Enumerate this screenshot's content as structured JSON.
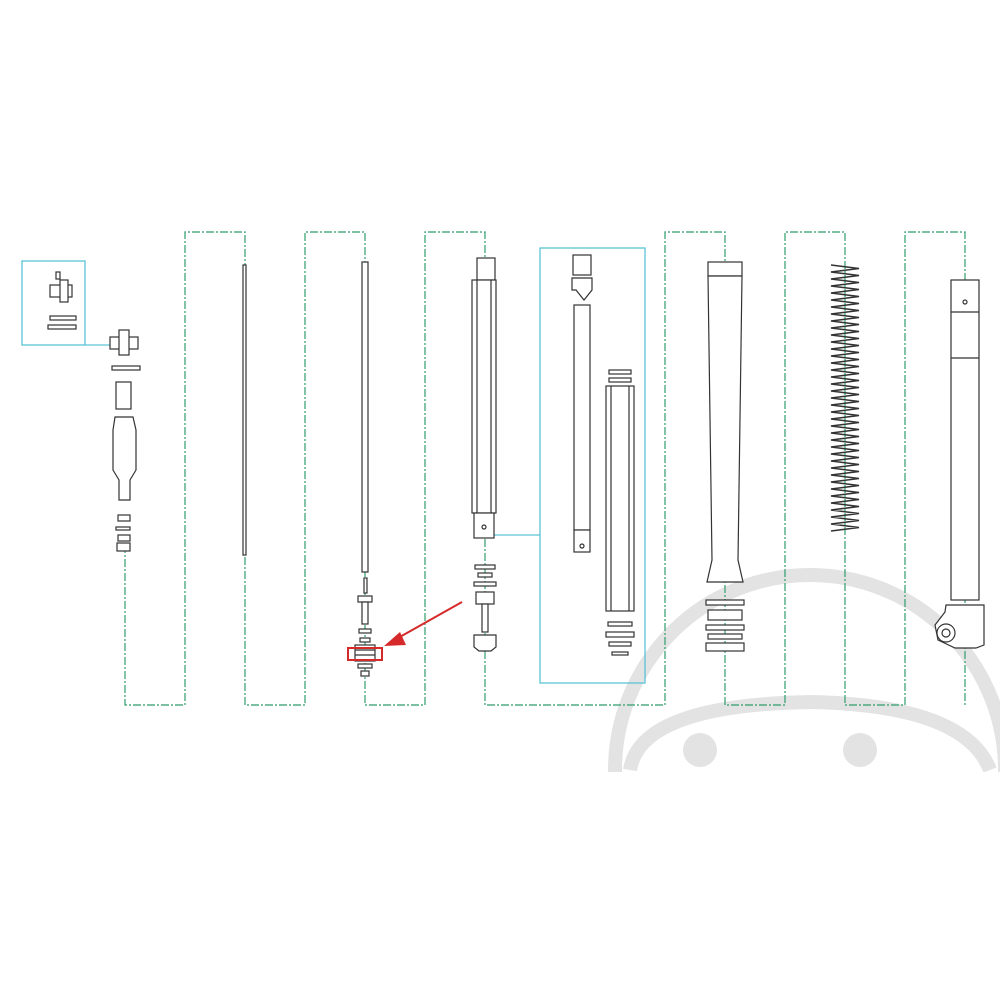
{
  "diagram": {
    "type": "exploded-parts-diagram",
    "colors": {
      "assembly_line": "#2e9e6a",
      "group_box": "#5bc3d6",
      "part_outline": "#333333",
      "highlight": "#d62a2a",
      "watermark": "#e3e3e3",
      "background": "#ffffff"
    },
    "highlighted_part": "valve-stack-part",
    "watermark_icon": "logo-watermark"
  }
}
